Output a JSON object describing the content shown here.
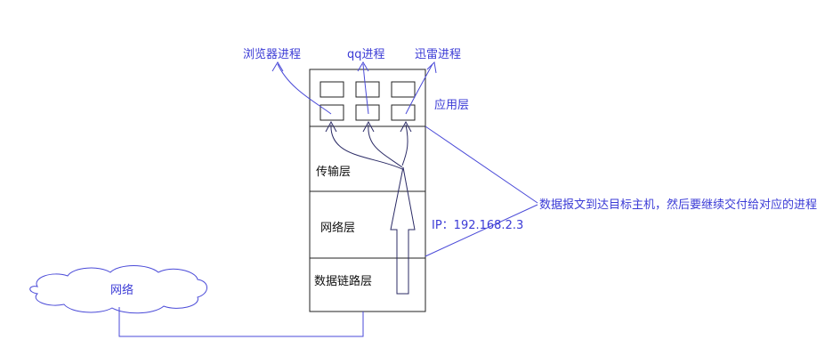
{
  "processes": {
    "browser": "浏览器进程",
    "qq": "qq进程",
    "xunlei": "迅雷进程"
  },
  "layers": {
    "application": "应用层",
    "transport": "传输层",
    "network": "网络层",
    "datalink": "数据链路层"
  },
  "network_cloud": "网络",
  "ip_label": "IP：192.168.2.3",
  "annotation": "数据报文到达目标主机，然后要继续交付给对应的进程",
  "colors": {
    "annotation_blue": "#3b3bd6",
    "stack_line": "#222222",
    "text_black": "#111111"
  }
}
